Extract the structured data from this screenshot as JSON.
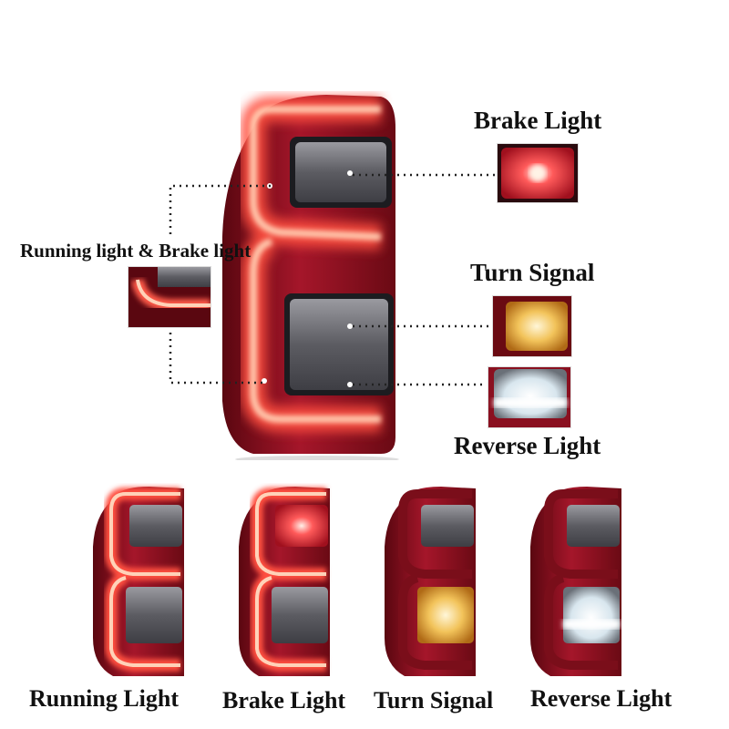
{
  "callouts": {
    "running_brake": "Running light & Brake light",
    "brake": "Brake Light",
    "turn": "Turn Signal",
    "reverse": "Reverse Light"
  },
  "bottom_labels": [
    "Running Light",
    "Brake Light",
    "Turn Signal",
    "Reverse Light"
  ],
  "colors": {
    "housing_red": "#8b0f1e",
    "glow_red": "#e8433e",
    "glow_core": "#ffd2b8",
    "lens_smoke": "#6e6e72",
    "amber": "#f2b640",
    "white_reverse": "#f4fbff",
    "brake_red": "#d61e2c"
  },
  "icons": {
    "main_lamp": "taillight-image",
    "thumbs": [
      "brake-light-photo",
      "turn-signal-photo",
      "reverse-light-photo",
      "running-light-photo"
    ]
  }
}
